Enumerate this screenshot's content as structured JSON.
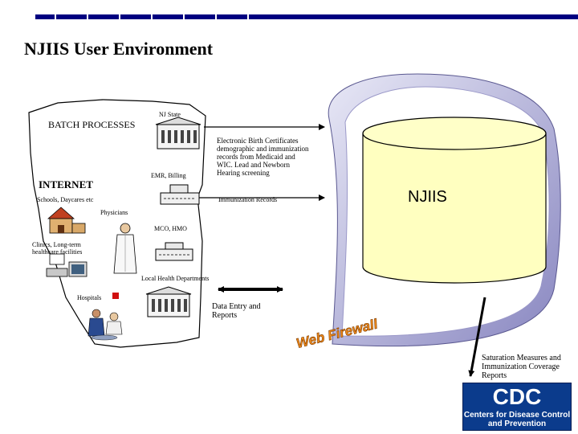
{
  "title": "NJIIS User Environment",
  "labels": {
    "nj_state": "NJ State",
    "batch": "BATCH PROCESSES",
    "emr": "EMR, Billing",
    "internet": "INTERNET",
    "schools": "Schools, Daycares etc",
    "physicians": "Physicians",
    "mco": "MCO, HMO",
    "clinics_line1": "Clinics, Long-term",
    "clinics_line2": "healthcare facilities",
    "lhd": "Local Health Departments",
    "hospitals": "Hospitals",
    "ebc_lines": [
      "Electronic Birth Certificates",
      "demographic and immunization",
      "records from Medicaid and",
      "WIC. Lead and Newborn",
      "Hearing screening"
    ],
    "imm_records": "Immunization Records",
    "data_entry_lines": [
      "Data Entry and",
      "Reports"
    ],
    "njiis": "NJIIS",
    "web_firewall": "Web Firewall",
    "saturation_lines": [
      "Saturation Measures and",
      "Immunization Coverage",
      "Reports"
    ]
  },
  "cdc": {
    "logo_text": "CDC",
    "line1": "Centers for Disease Control",
    "line2": "and Prevention"
  },
  "colors": {
    "topbar": "#000080",
    "firewall": "#f08a1a",
    "cylinder_fill": "#ffffc0",
    "ring": "#9a98c8",
    "cdc": "#0b3b8c"
  }
}
